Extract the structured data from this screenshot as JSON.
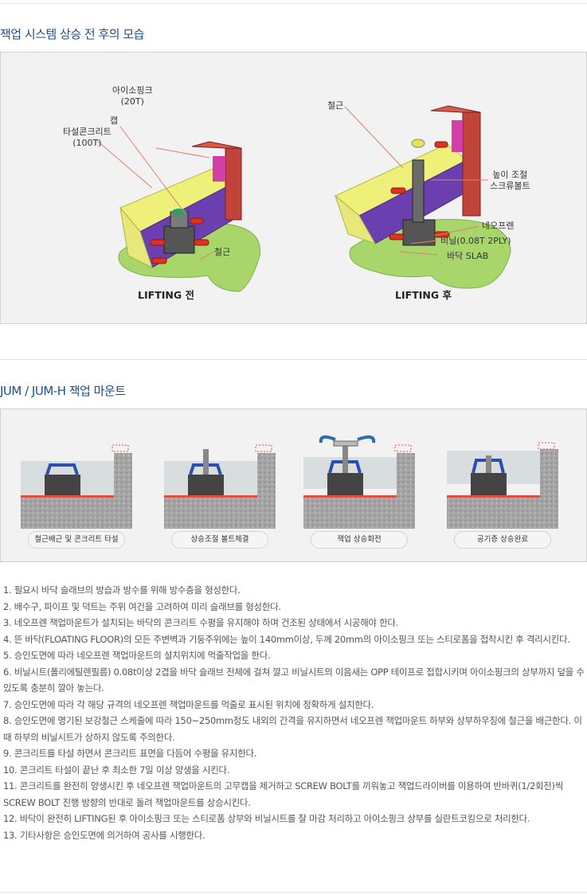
{
  "section1": {
    "title": "잭업 시스템 상승 전 후의 모습",
    "before": {
      "label": "LIFTING 전",
      "callouts": [
        "아이소핑크\n(20T)",
        "캡",
        "타설콘크리트\n(100T)",
        "철근"
      ]
    },
    "after": {
      "label": "LIFTING 후",
      "callouts": [
        "철근",
        "높이 조절\n스크류볼트",
        "네오프렌",
        "비닐(0.08T 2PLY)",
        "바닥 SLAB"
      ]
    }
  },
  "section2": {
    "title": "JUM / JUM-H 잭업 마운트",
    "steps": [
      "철근배근 및 콘크리트 타설",
      "상승조절 볼트체결",
      "잭업 상승회전",
      "공기층 상승완료"
    ]
  },
  "notes": [
    "1. 필요시 바닥 슬래브의 방습과 방수를 위해 방수층을 형성한다.",
    "2. 배수구, 파이프 및 덕트는 주위 여건을 고려하여 미리 슬래브를 형성한다.",
    "3. 네오프렌 잭업마운트가 설치되는 바닥의 콘크리트 수평을 유지해야 하며 건조된 상태에서 시공해야 한다.",
    "4. 뜬 바닥(FLOATING FLOOR)의 모든 주변벽과 기둥주위에는 높이 140mm이상, 두께 20mm의 아이소핑크 또는 스티로폼을 접착시킨 후 격리시킨다.",
    "5. 승인도면에 따라 네오프렌 잭업마운트의 설치위치에 먹줄작업을 한다.",
    "6. 비닐시트(폴리에틸렌필름) 0.08t이상 2겹을 바닥 슬래브 전체에 걸쳐 깔고 비닐시트의 이음새는 OPP 테이프로 접합시키며 아이소핑크의 상부까지 덮을 수 있도록 충분히 깔아 놓는다.",
    "7. 승인도면에 따라 각 해당 규격의 네오프렌 잭업마운트를 먹줄로 표시된 위치에 정확하게 설치한다.",
    "8. 승인도면에 명기된 보강철근 스케줄에 따라 150~250mm정도 내외의 간격을 유지하면서 네오프렌 잭업마운트 하부와 상부하우징에 철근을 배근한다. 이때 하부의 비닐시트가 상하지 않도록 주의한다.",
    "9. 콘크리트를 타설 하면서 콘크리트 표면을 다듬어 수평을 유지한다.",
    "10. 콘크리트 타설이 끝난 후 최소한 7일 이상 양생을 시킨다.",
    "11. 콘크리트를 완전히 양생시킨 후 네오프렌 잭업마운트의 고무캡을 제거하고 SCREW BOLT를 끼워놓고 잭업드라이버를 이용하여 반바퀴(1/2회전)씩 SCREW BOLT 진행 방향의 반대로 돌려 잭업마운트를 상승시킨다.",
    "12. 바닥이 완전히 LIFTING된 후 아이소핑크 또는 스티로폼 상부와 비닐시트를 잘 마감 처리하고 아이소핑크 상부를 실란트코킹으로 처리한다.",
    "13. 기타사항은 승인도면에 의거하여 공사를 시행한다."
  ]
}
